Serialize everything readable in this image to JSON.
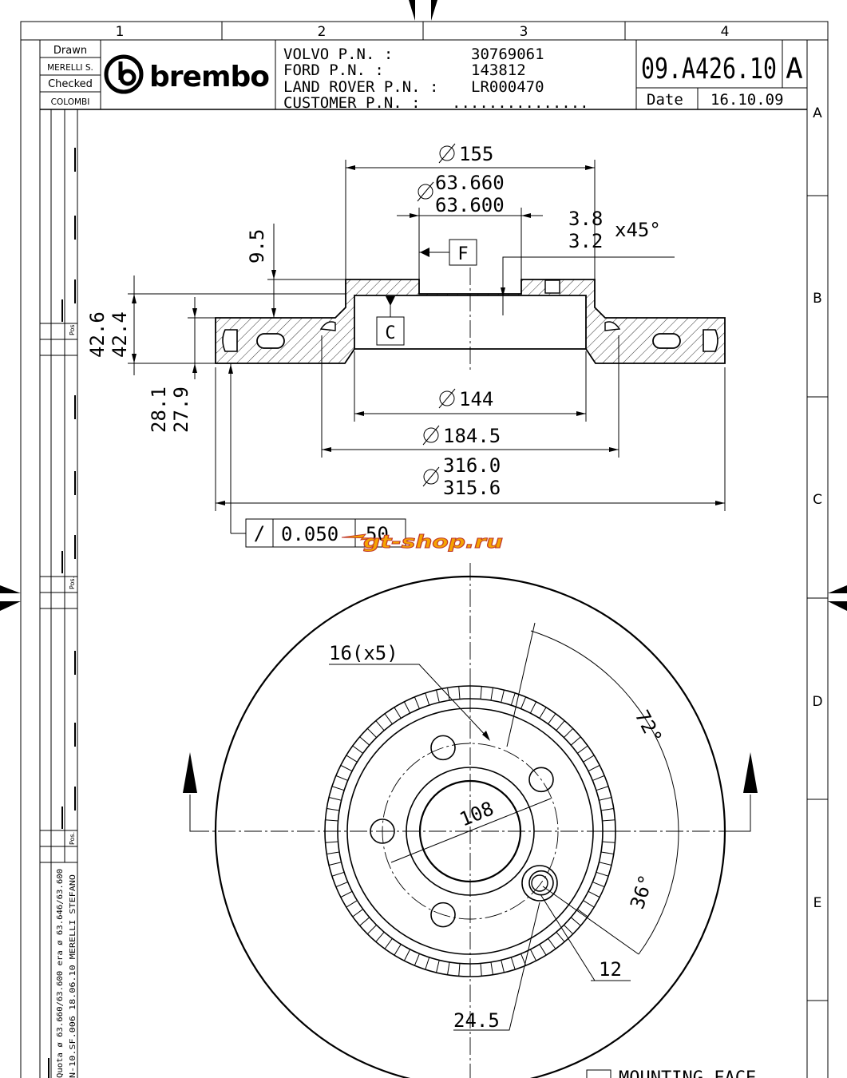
{
  "frame": {
    "columns": [
      "1",
      "2",
      "3",
      "4"
    ],
    "rows": [
      "A",
      "B",
      "C",
      "D",
      "E"
    ]
  },
  "title_block": {
    "drawn_label": "Drawn",
    "drawn_by": "MERELLI S.",
    "checked_label": "Checked",
    "checked_by": "COLOMBI",
    "logo_text": "brembo",
    "volvo_label": "VOLVO P.N. :",
    "volvo_pn": "30769061",
    "ford_label": "FORD P.N. :",
    "ford_pn": "143812",
    "landrover_label": "LAND ROVER P.N. :",
    "landrover_pn": "LR000470",
    "customer_label": "CUSTOMER P.N. :",
    "customer_pn": "...............",
    "drawing_number": "09.A426.10",
    "revision": "A",
    "date_label": "Date",
    "date": "16.10.09"
  },
  "revision_strip": {
    "pos_label": "Pos.",
    "entry_1": "Quota ø 63.660/63.600 era ø 63.646/63.600",
    "entry_2": "N-10.SF.006 18.06.10  MERELLI STEFANO"
  },
  "section_view": {
    "d155": "155",
    "bore_max": "63.660",
    "bore_min": "63.600",
    "chamfer_max": "3.8",
    "chamfer_min": "3.2",
    "chamfer_angle": "x45°",
    "hat_height": "9.5",
    "datum_f": "F",
    "datum_c": "C",
    "height_max": "42.6",
    "height_min": "42.4",
    "thickness_max": "28.1",
    "thickness_min": "27.9",
    "d144": "144",
    "d184": "184.5",
    "od_max": "316.0",
    "od_min": "315.6",
    "runout_symbol": "/",
    "runout_value": "0.050",
    "runout_ref": "50"
  },
  "front_view": {
    "bolt_holes": "16(x5)",
    "pcd": "108",
    "angle_72": "72°",
    "angle_36": "36°",
    "small_hole": "12",
    "tooth_spacing": "24.5",
    "bottom_note": "MOUNTING FACE"
  },
  "watermark": "gt-shop.ru",
  "colors": {
    "line": "#000000",
    "watermark_fill": "#f5a400",
    "watermark_stroke": "#c0392b"
  }
}
